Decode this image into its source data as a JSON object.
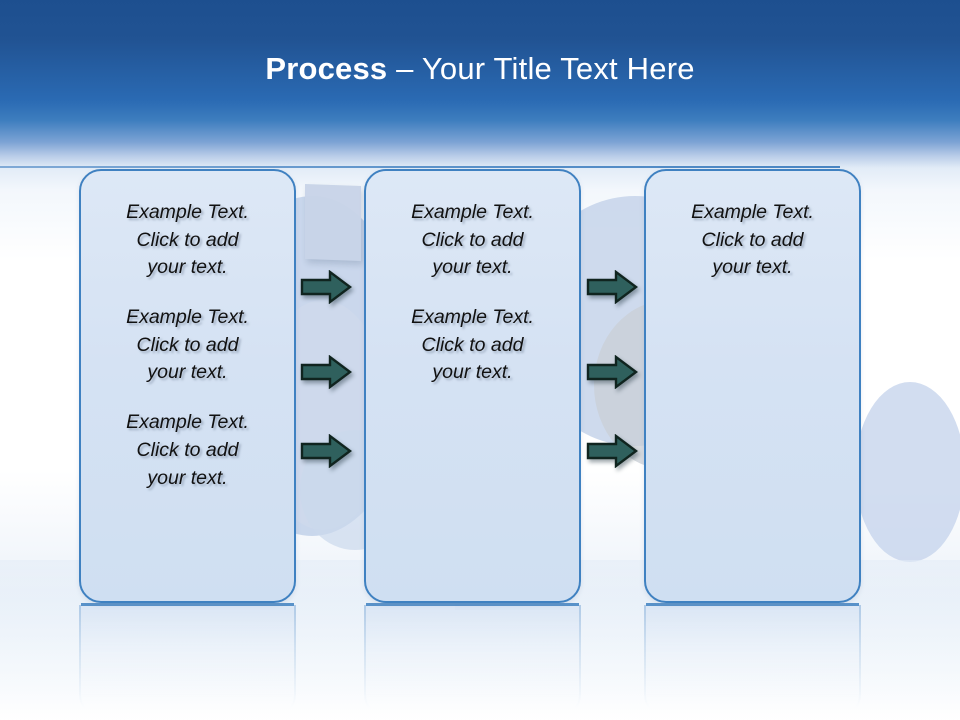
{
  "slide": {
    "title_strong": "Process",
    "title_rest": " – Your Title Text Here",
    "title_full": "Process – Your Title Text Here"
  },
  "colors": {
    "header_top": "#1d4f8f",
    "header_mid": "#3d7dbe",
    "box_fill": "#d5e2f3",
    "box_border": "#3f81c1",
    "arrow_fill": "#2f605d",
    "arrow_outline": "#10241f",
    "title_text": "#ffffff",
    "body_text": "#111111",
    "deco_shape": "#c6d4ea"
  },
  "boxes": [
    {
      "id": "box-1",
      "name": "process-step-1",
      "paragraphs": [
        "Example Text.\nClick  to add\nyour text.",
        "Example Text.\nClick  to add\nyour text.",
        "Example Text.\nClick  to add\nyour text."
      ]
    },
    {
      "id": "box-2",
      "name": "process-step-2",
      "paragraphs": [
        "Example Text.\nClick  to add\nyour text.",
        "Example Text.\nClick  to add\nyour text."
      ]
    },
    {
      "id": "box-3",
      "name": "process-step-3",
      "paragraphs": [
        "Example Text.\nClick  to add\nyour text."
      ]
    }
  ],
  "arrows": {
    "group_1_label": "arrows-step1-to-step2",
    "group_2_label": "arrows-step2-to-step3",
    "count_per_group": 3,
    "direction": "right"
  }
}
